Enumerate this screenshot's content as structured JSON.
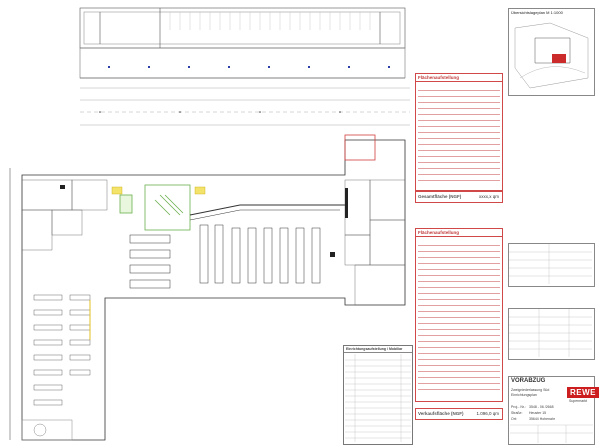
{
  "overview": {
    "title": "Übersichtslageplan M 1:1000"
  },
  "panels": {
    "flaechen": {
      "title": "Flächenaufstellung"
    },
    "gesamt": {
      "label": "Gesamtfläche (NGF)",
      "value": "xxxx,x qm"
    },
    "flaechen2": {
      "title": "Flächenaufstellung"
    },
    "verkauf": {
      "label": "Verkaufsfläche (NGF)",
      "value": "1.096,0 qm"
    }
  },
  "inventory": {
    "title": "Einrichtungsaufstellung / Mobiliar"
  },
  "titleblock": {
    "status": "VORABZUG",
    "project_line1": "Zweigniederlassung Süd",
    "project_line2": "Einrichtungsplan",
    "rewe_logo": "REWE",
    "rewe_sub": "Supermarkt",
    "proj_label": "Proj.- Nr.:",
    "proj_value": "3548 - 06 /2668",
    "street_label": "Straße:",
    "street_value": "Heuster 15",
    "city_label": "Ort:",
    "city_value": "35644 Hohenahr"
  }
}
